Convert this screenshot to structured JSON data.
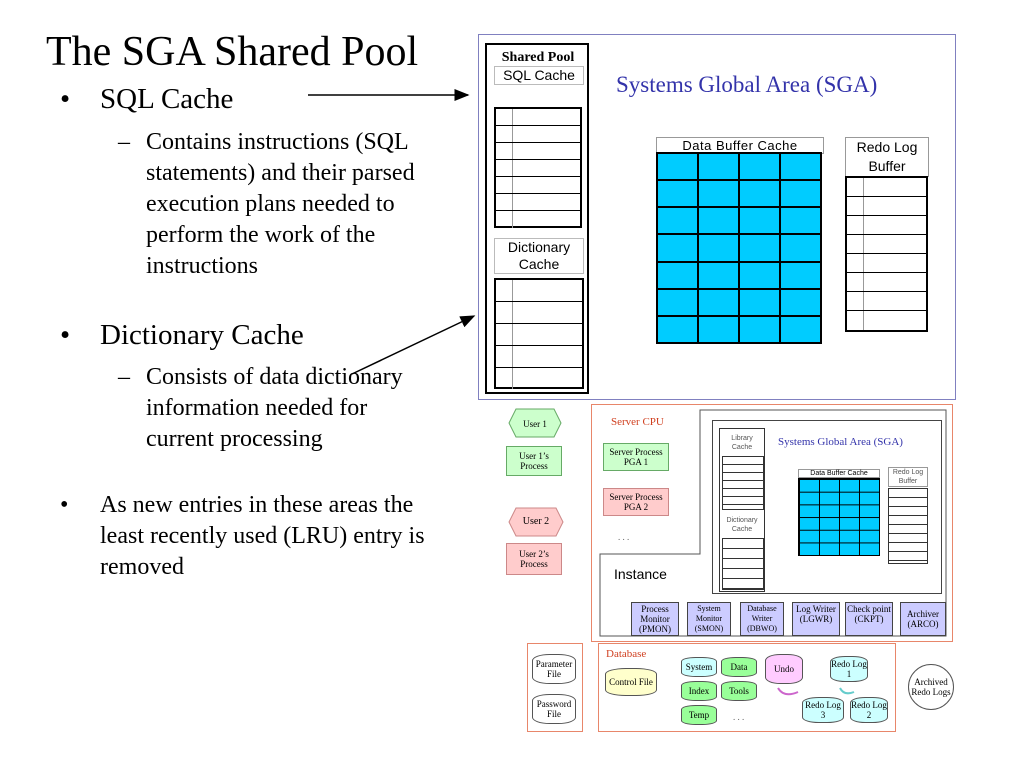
{
  "slide": {
    "title": "The SGA Shared Pool",
    "bullets": [
      {
        "text": "SQL Cache",
        "sub": "Contains instructions (SQL statements) and their parsed execution plans needed to perform the work of the instructions"
      },
      {
        "text": "Dictionary Cache",
        "sub": "Consists of data dictionary information needed for current processing"
      },
      {
        "text": "As new entries in these areas the least recently used (LRU) entry is removed"
      }
    ],
    "bullet_glyph": "•",
    "dash_glyph": "–"
  },
  "sga": {
    "title": "Systems Global Area (SGA)",
    "shared_pool": "Shared Pool",
    "sql_cache": "SQL Cache",
    "dictionary_cache": "Dictionary Cache",
    "data_buffer_cache": "Data Buffer Cache",
    "redo_log_buffer": "Redo Log Buffer",
    "colors": {
      "buffer": "#00ccff",
      "title": "#3333aa",
      "border": "#8080c0"
    }
  },
  "architecture": {
    "server_cpu": "Server CPU",
    "user1": "User 1",
    "user1_process": "User 1’s Process",
    "user2": "User 2",
    "user2_process": "User 2’s Process",
    "server_process1": "Server Process PGA 1",
    "server_process2": "Server Process PGA 2",
    "ellipsis": ". . .",
    "instance": "Instance",
    "sga_title": "Systems Global Area (SGA)",
    "library_cache": "Library Cache",
    "dictionary_cache": "Dictionary Cache",
    "data_buffer_cache": "Data Buffer Cache",
    "redo_log_buffer": "Redo Log Buffer",
    "background": [
      "Process Monitor (PMON)",
      "System Monitor (SMON)",
      "Database Writer (DBWO)",
      "Log Writer (LGWR)",
      "Check point (CKPT)",
      "Archiver (ARCO)"
    ],
    "parameter_file": "Parameter File",
    "password_file": "Password File",
    "database": "Database",
    "control_file": "Control File",
    "datafiles": [
      "System",
      "Data",
      "Index",
      "Tools",
      "Temp"
    ],
    "undo": "Undo",
    "redo_logs": [
      "Redo Log 1",
      "Redo Log 3",
      "Redo Log 2"
    ],
    "archived": "Archived Redo Logs"
  }
}
